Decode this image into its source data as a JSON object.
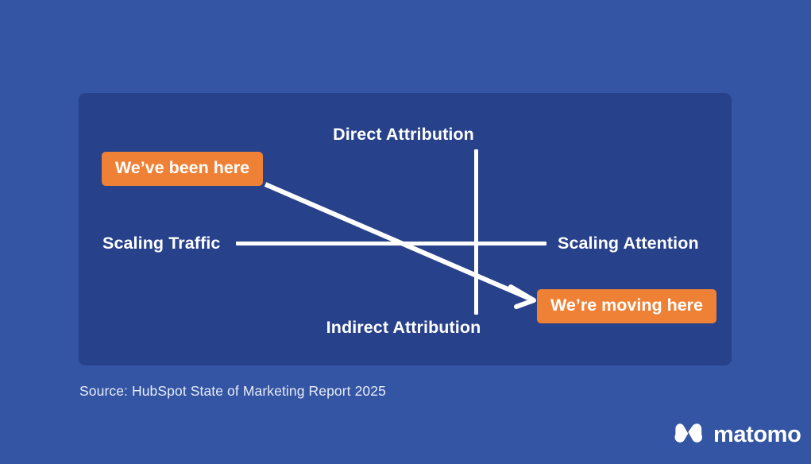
{
  "slide": {
    "background_color": "#3455a4",
    "panel_color": "#27418a",
    "accent_color": "#ef8136",
    "line_color": "#ffffff"
  },
  "matrix": {
    "axis_labels": {
      "top": "Direct Attribution",
      "bottom": "Indirect Attribution",
      "left": "Scaling Traffic",
      "right": "Scaling Attention"
    },
    "badges": [
      {
        "label": "We’ve been here",
        "position": "upper-left"
      },
      {
        "label": "We’re moving here",
        "position": "lower-right"
      }
    ],
    "arrow": {
      "from": "We’ve been here",
      "to": "We’re moving here",
      "direction": "down-right"
    }
  },
  "chart_data": {
    "type": "scatter",
    "title": "",
    "xlabel": "Scaling Traffic ↔ Scaling Attention",
    "ylabel": "Indirect Attribution ↔ Direct Attribution",
    "axis_ticks": {
      "x_negative": "Scaling Traffic",
      "x_positive": "Scaling Attention",
      "y_positive": "Direct Attribution",
      "y_negative": "Indirect Attribution"
    },
    "xlim": [
      -1,
      1
    ],
    "ylim": [
      -1,
      1
    ],
    "grid": false,
    "legend": "none",
    "points": [
      {
        "label": "We’ve been here",
        "x": -0.52,
        "y": 0.56,
        "quadrant": "upper-left"
      },
      {
        "label": "We’re moving here",
        "x": 0.54,
        "y": -0.36,
        "quadrant": "lower-right"
      }
    ],
    "annotations": [
      {
        "type": "arrow",
        "from": [
          -0.18,
          0.36
        ],
        "to": [
          0.44,
          -0.34
        ]
      }
    ]
  },
  "footer": {
    "source": "Source: HubSpot State of Marketing Report 2025",
    "brand": "matomo"
  }
}
